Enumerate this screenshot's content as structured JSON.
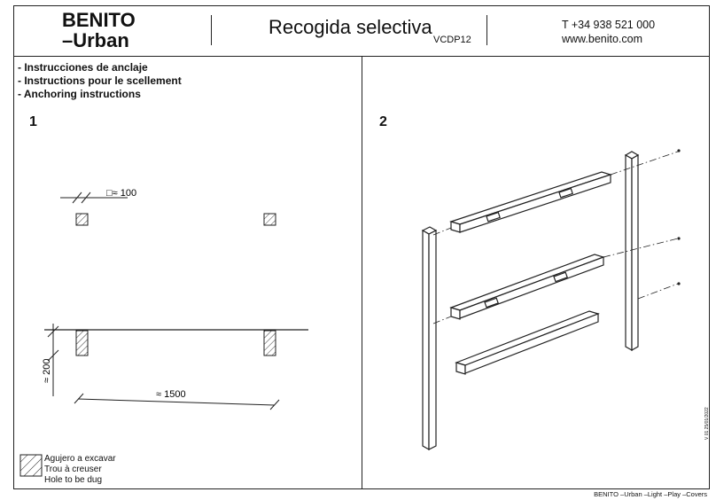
{
  "header": {
    "brand_line1": "BENITO",
    "brand_line2": "–Urban",
    "title": "Recogida selectiva",
    "code": "VCDP12",
    "phone": "T +34 938 521 000",
    "website": "www.benito.com"
  },
  "instructions": [
    "- Instrucciones de anclaje",
    "- Instructions pour le scellement",
    "- Anchoring instructions"
  ],
  "step1": {
    "number": "1",
    "hole_size": "□≈ 100",
    "depth": "≈ 200",
    "spacing": "≈ 1500"
  },
  "step2": {
    "number": "2"
  },
  "legend": [
    "Agujero a excavar",
    "Trou à creuser",
    "Hole to be dug"
  ],
  "footer": "BENITO –Urban –Light –Play –Covers",
  "version": "V 01 25/01/2022"
}
